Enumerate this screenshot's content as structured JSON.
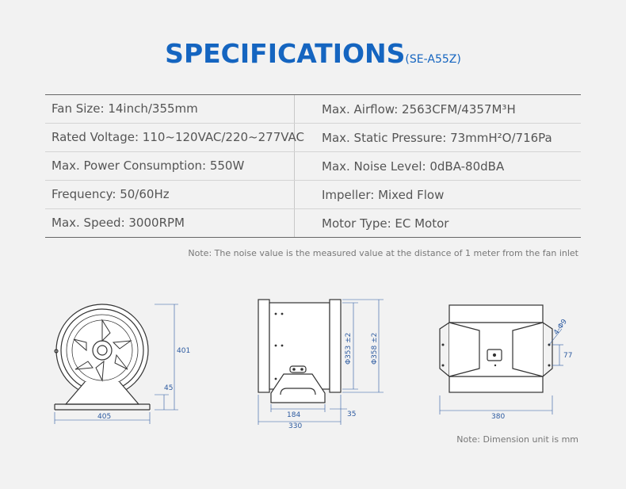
{
  "title": {
    "main": "SPECIFICATIONS",
    "model": "(SE-A55Z)"
  },
  "specs": [
    {
      "left": "Fan Size: 14inch/355mm",
      "right": "Max. Airflow: 2563CFM/4357M³H"
    },
    {
      "left": "Rated Voltage: 110~120VAC/220~277VAC",
      "right": "Max. Static Pressure: 73mmH²O/716Pa"
    },
    {
      "left": "Max. Power Consumption: 550W",
      "right": "Max. Noise Level: 0dBA-80dBA"
    },
    {
      "left": "Frequency: 50/60Hz",
      "right": "Impeller: Mixed Flow"
    },
    {
      "left": "Max. Speed: 3000RPM",
      "right": "Motor Type: EC Motor"
    }
  ],
  "note_noise": "Note: The noise value is the measured value at the distance of 1 meter from the fan inlet",
  "note_dimension": "Note: Dimension unit is mm",
  "dimensions": {
    "front": {
      "height": "401",
      "width": "405",
      "base": "45"
    },
    "side": {
      "inner_dia": "Φ353 ±2",
      "outer_dia": "Φ358 ±2",
      "length": "330",
      "foot": "184",
      "flange": "35"
    },
    "top": {
      "width": "380",
      "holes": "4-Φ9",
      "hole_spacing": "77"
    }
  }
}
